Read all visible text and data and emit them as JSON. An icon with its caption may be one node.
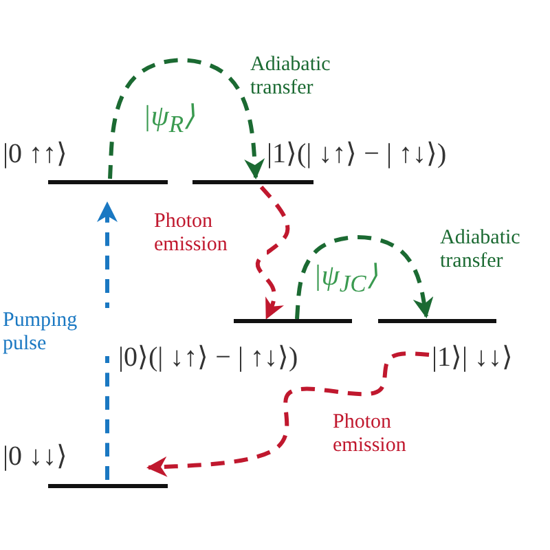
{
  "diagram": {
    "nodes": [
      {
        "text": [
          "|0 ↑↑⟩"
        ]
      },
      {
        "text": [
          "|1⟩(| ↓↑⟩ − | ↑↓⟩)"
        ]
      },
      {
        "text": [
          "|0⟩(| ↓↑⟩ − | ↑↓⟩)"
        ]
      },
      {
        "text": [
          "|1⟩| ↓↓⟩"
        ]
      },
      {
        "text": [
          "|0 ↓↓⟩"
        ]
      }
    ],
    "edges": [
      {
        "from": 4,
        "to": 0,
        "arrow": "to",
        "label": "Pumping pulse",
        "style": "dashed",
        "color": "#1a78c2"
      },
      {
        "from": 0,
        "to": 1,
        "arrow": "to",
        "label": "Adiabatic transfer",
        "style": "dashed",
        "color": "#1b6a32"
      },
      {
        "from": 1,
        "to": 2,
        "arrow": "to",
        "label": "Photon emission",
        "style": "dashed",
        "color": "#c0182e"
      },
      {
        "from": 2,
        "to": 3,
        "arrow": "to",
        "label": "Adiabatic transfer",
        "style": "dashed",
        "color": "#1b6a32"
      },
      {
        "from": 3,
        "to": 4,
        "arrow": "to",
        "label": "Photon emission",
        "style": "dashed",
        "color": "#c0182e"
      }
    ],
    "labels": [
      "|ψ$_{R}$⟩",
      "|ψ$_{JC}$⟩"
    ]
  }
}
